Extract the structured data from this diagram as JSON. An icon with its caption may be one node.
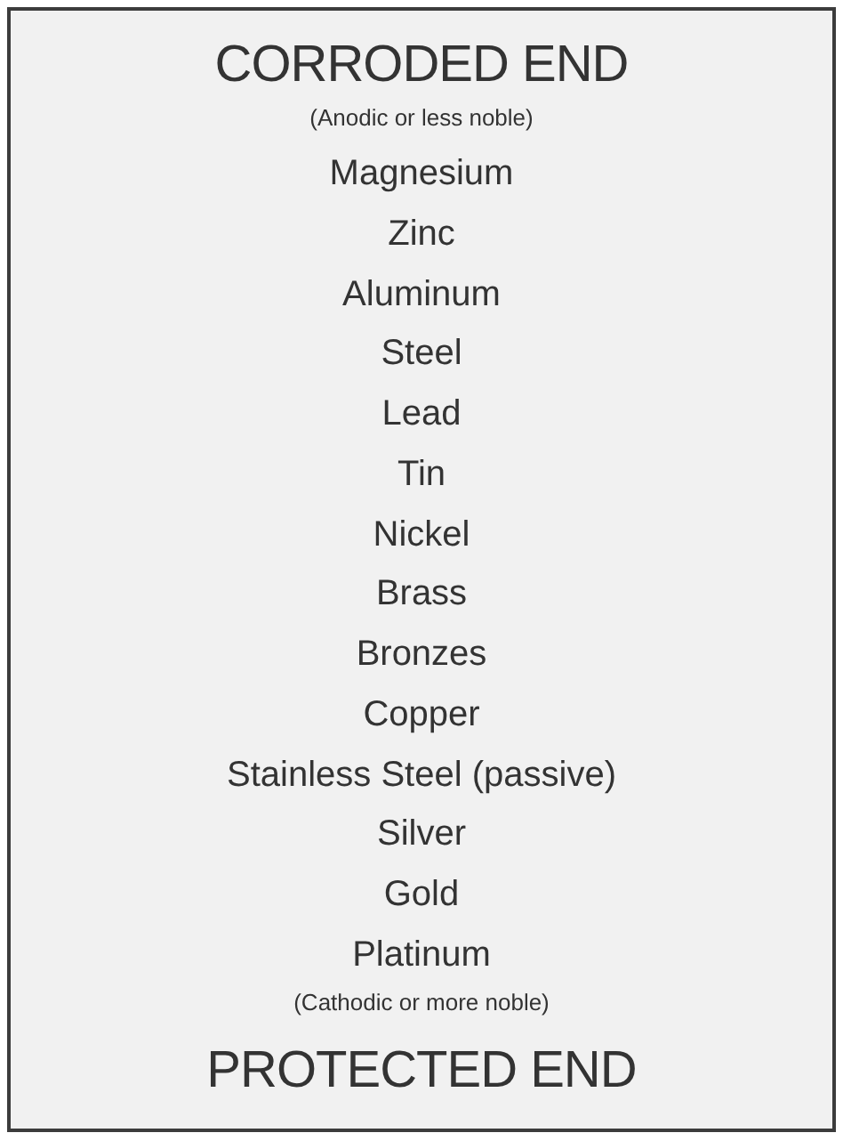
{
  "diagram": {
    "nodes": [
      {
        "text": [
          "CORRODED END",
          "(Anodic or less noble)",
          "Magnesium",
          "Zinc",
          "Aluminum",
          "Steel",
          "Lead",
          "Tin",
          "Nickel",
          "Brass",
          "Bronzes",
          "Copper",
          "Stainless Steel (passive)",
          "Silver",
          "Gold",
          "Platinum",
          "(Cathodic or more noble)",
          "PROTECTED END"
        ]
      }
    ]
  }
}
